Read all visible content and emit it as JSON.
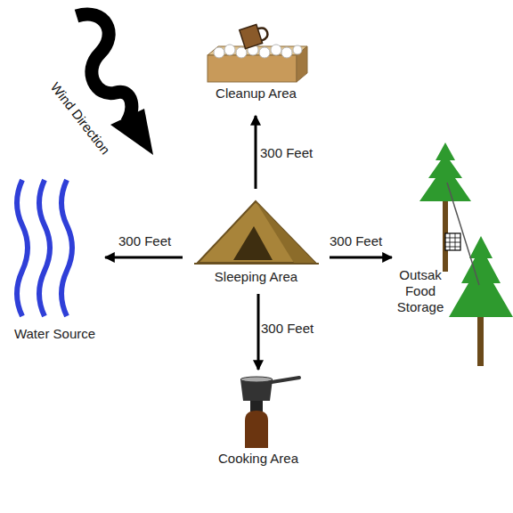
{
  "diagram": {
    "nodes": [
      {
        "text": [
          "Cleanup Area"
        ]
      },
      {
        "text": [
          "Water Source"
        ]
      },
      {
        "text": [
          "Sleeping Area"
        ]
      },
      {
        "text": [
          "Outsak Food Storage"
        ]
      },
      {
        "text": [
          "Cooking Area"
        ]
      }
    ],
    "edges": [
      {
        "from": 2,
        "to": 0,
        "arrow": "to",
        "label": "300 Feet"
      },
      {
        "from": 2,
        "to": 1,
        "arrow": "to",
        "label": "300 Feet"
      },
      {
        "from": 2,
        "to": 3,
        "arrow": "to",
        "label": "300 Feet"
      },
      {
        "from": 2,
        "to": 4,
        "arrow": "to",
        "label": "300 Feet"
      }
    ],
    "labels": [
      "Wind Direction"
    ]
  }
}
